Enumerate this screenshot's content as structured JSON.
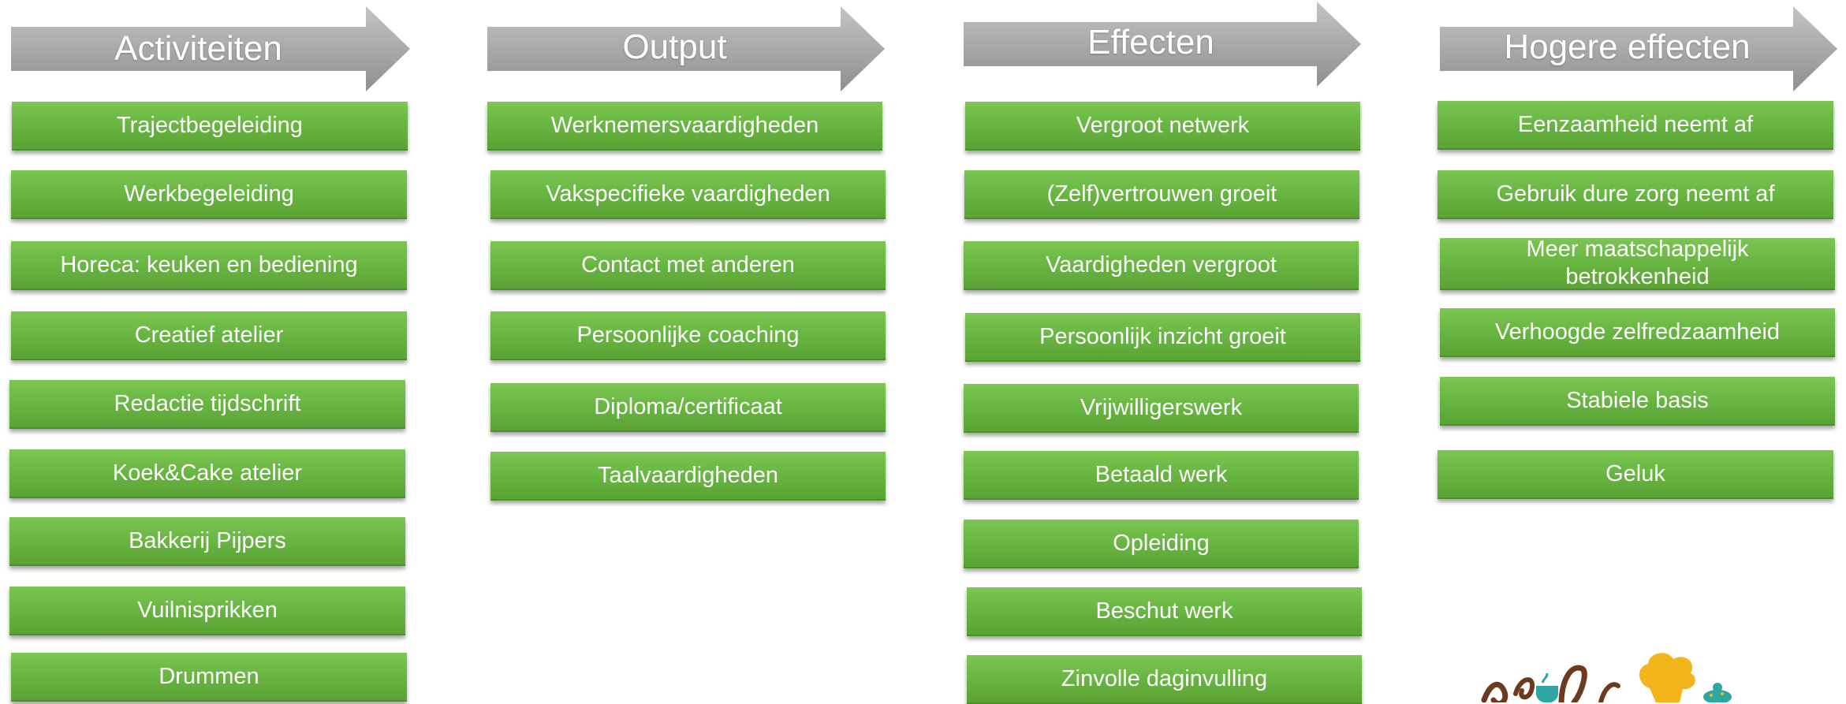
{
  "columns": [
    {
      "header": "Activiteiten",
      "items": [
        "Trajectbegeleiding",
        "Werkbegeleiding",
        "Horeca: keuken en bediening",
        "Creatief atelier",
        "Redactie tijdschrift",
        "Koek&Cake atelier",
        "Bakkerij Pijpers",
        "Vuilnisprikken",
        "Drummen"
      ]
    },
    {
      "header": "Output",
      "items": [
        "Werknemersvaardigheden",
        "Vakspecifieke vaardigheden",
        "Contact met anderen",
        "Persoonlijke coaching",
        "Diploma/certificaat",
        "Taalvaardigheden"
      ]
    },
    {
      "header": "Effecten",
      "items": [
        "Vergroot netwerk",
        "(Zelf)vertrouwen groeit",
        "Vaardigheden vergroot",
        "Persoonlijk inzicht groeit",
        "Vrijwilligerswerk",
        "Betaald werk",
        "Opleiding",
        "Beschut werk",
        "Zinvolle daginvulling"
      ]
    },
    {
      "header": "Hogere effecten",
      "items": [
        "Eenzaamheid neemt af",
        "Gebruik dure zorg neemt af",
        "Meer maatschappelijk betrokkenheid",
        "Verhoogde zelfredzaamheid",
        "Stabiele basis",
        "Geluk"
      ]
    }
  ],
  "colors": {
    "arrow": "#a6a6a6",
    "box": "#6ab744",
    "text": "#ffffff"
  }
}
